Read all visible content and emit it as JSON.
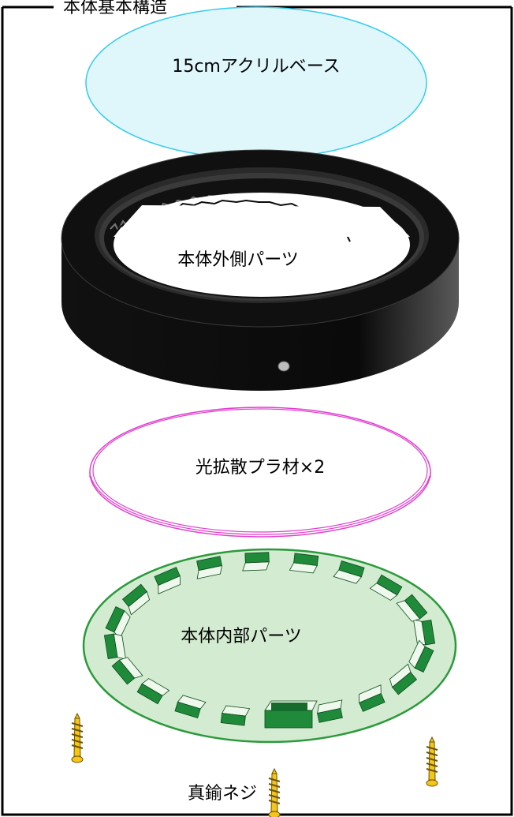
{
  "frame": {
    "title": "本体基本構造"
  },
  "parts": {
    "acrylic_base": {
      "label": "15cmアクリルベース",
      "color": "#dff6fb",
      "stroke": "#33ccee"
    },
    "outer_part": {
      "label": "本体外側パーツ",
      "color": "#000000"
    },
    "diffuser": {
      "label": "光拡散プラ材×2",
      "stroke": "#e040d0"
    },
    "inner_part": {
      "label": "本体内部パーツ",
      "color": "#d3ebd0",
      "stroke": "#2a9a3a",
      "block_color": "#1f8a3a"
    },
    "screws": {
      "label": "真鍮ネジ",
      "color": "#f5c518"
    }
  }
}
